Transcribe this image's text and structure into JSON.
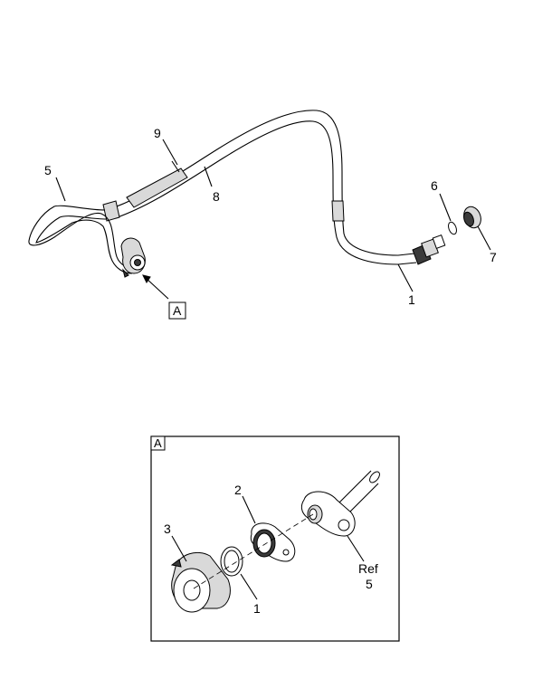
{
  "callouts_main": {
    "c1": "1",
    "c5": "5",
    "c6": "6",
    "c7": "7",
    "c8": "8",
    "c9": "9",
    "view_ref": "A"
  },
  "detail": {
    "label": "A",
    "c1": "1",
    "c2": "2",
    "c3": "3",
    "ref_word": "Ref",
    "ref_num": "5"
  }
}
